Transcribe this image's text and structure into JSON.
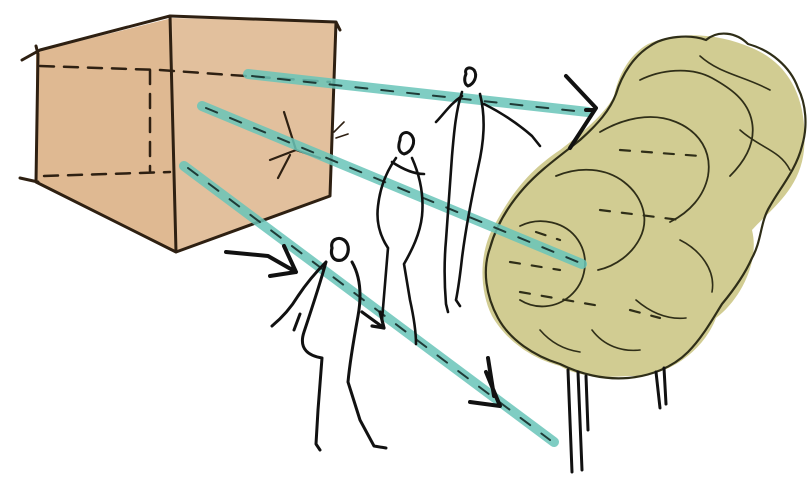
{
  "colors": {
    "background": "#ffffff",
    "ink": "#111111",
    "cube_ink": "#4a3318",
    "cube_fill": "#ddb58c",
    "tree_fill": "#cfc98c",
    "tree_ink": "#3b3a22",
    "sight_line": "#68c4b9"
  },
  "elements": {
    "cube": "box",
    "people": [
      "person",
      "person",
      "person"
    ],
    "tree": "tree",
    "sight_lines": [
      "sight-line",
      "sight-line",
      "sight-line"
    ],
    "arrows": [
      "arrow",
      "arrow",
      "arrow",
      "arrow"
    ]
  }
}
